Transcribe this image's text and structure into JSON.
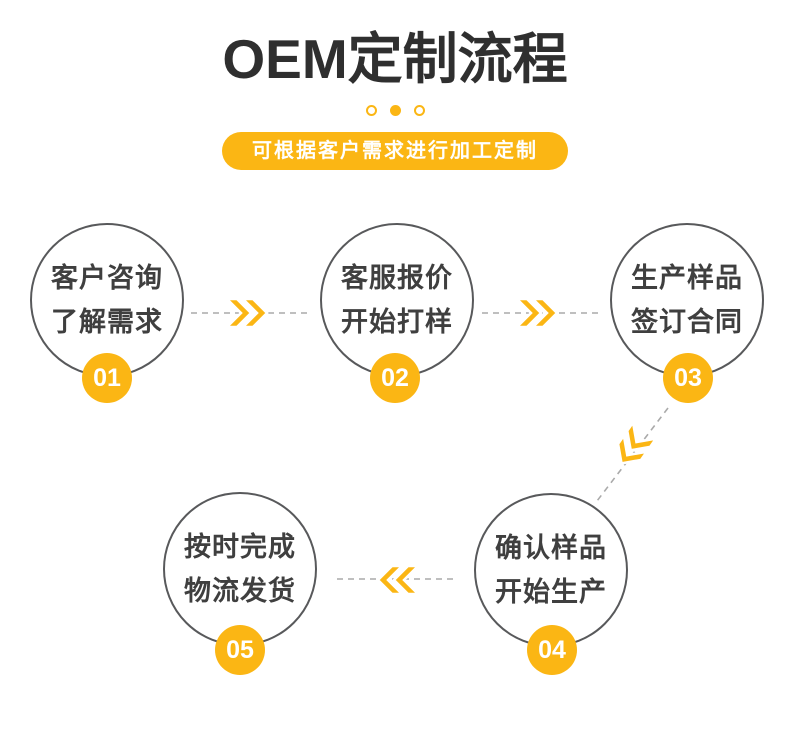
{
  "title": "OEM定制流程",
  "banner": "可根据客户需求进行加工定制",
  "colors": {
    "accent": "#FBB614",
    "title_text": "#2F2F2F",
    "circle_text": "#3F3F3F",
    "circle_border": "#58595B",
    "dash_line": "#AAAAAA",
    "banner_text": "#FFFFFF"
  },
  "steps": [
    {
      "number": "01",
      "line1": "客户咨询",
      "line2": "了解需求"
    },
    {
      "number": "02",
      "line1": "客服报价",
      "line2": "开始打样"
    },
    {
      "number": "03",
      "line1": "生产样品",
      "line2": "签订合同"
    },
    {
      "number": "04",
      "line1": "确认样品",
      "line2": "开始生产"
    },
    {
      "number": "05",
      "line1": "按时完成",
      "line2": "物流发货"
    }
  ]
}
